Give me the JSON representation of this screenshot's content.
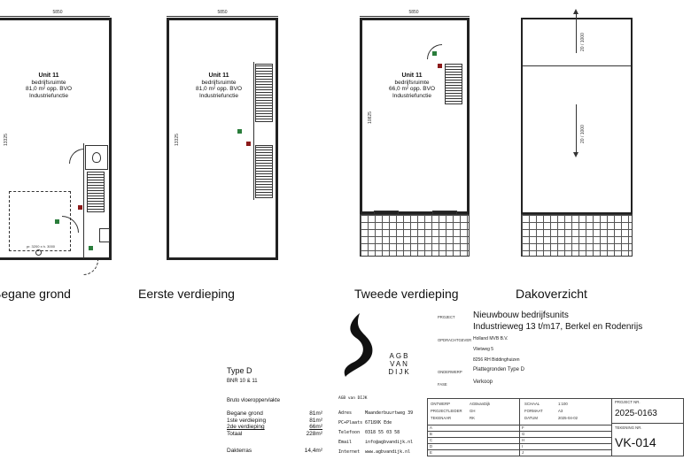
{
  "plans": [
    {
      "name": "Begane grond",
      "dim_width": "5850",
      "dim_depth": "13325",
      "unit": "Unit 11",
      "line1": "bedrijfsruimte",
      "line2": "81,0 m² opp. BVO",
      "line3": "Industriefunctie",
      "note": "pr. 3200 x h. 3000"
    },
    {
      "name": "Eerste verdieping",
      "dim_width": "5850",
      "dim_depth": "13325",
      "unit": "Unit 11",
      "line1": "bedrijfsruimte",
      "line2": "81,0 m² opp. BVO",
      "line3": "Industriefunctie"
    },
    {
      "name": "Tweede verdieping",
      "dim_width": "5850",
      "dim_depth": "10825",
      "unit": "Unit 11",
      "line1": "bedrijfsruimte",
      "line2": "66,0 m² opp. BVO",
      "line3": "Industriefunctie"
    },
    {
      "name": "Dakoverzicht",
      "slope_top": "20 / 1000",
      "slope_bottom": "20 / 1000"
    }
  ],
  "type_block": {
    "title": "Type D",
    "bnr": "BNR 10 & 11",
    "heading": "Bruto vloeroppervlakte",
    "rows": [
      {
        "label": "Begane grond",
        "value": "81m²"
      },
      {
        "label": "1ste verdieping",
        "value": "81m²"
      },
      {
        "label": "2de verdieping",
        "value": "66m²"
      },
      {
        "label": "Totaal",
        "value": "228m²"
      }
    ],
    "dakterras_label": "Dakterras",
    "dakterras_value": "14,4m²"
  },
  "company": {
    "logo_text": [
      "A",
      "G",
      "B",
      "V",
      "A",
      "N",
      "D",
      "I",
      "J",
      "K"
    ],
    "name": "AGB van DIJK",
    "contacts": [
      {
        "label": "Adres",
        "value": "Maanderbuurtweg 39"
      },
      {
        "label": "PC+Plaats",
        "value": "6718XK Ede"
      },
      {
        "label": "Telefoon",
        "value": "0318 55 03 58"
      },
      {
        "label": "Email",
        "value": "info@agbvandijk.nl"
      },
      {
        "label": "Internet",
        "value": "www.agbvandijk.nl"
      }
    ]
  },
  "project": {
    "project_label": "PROJECT",
    "project_title": "Nieuwbouw bedrijfsunits",
    "project_address": "Industrieweg 13 t/m17, Berkel en Rodenrijs",
    "client_label": "OPDRACHTGEVER",
    "client_name": "Holland MVB B.V.",
    "client_street": "Vlietweg 5",
    "client_city": "8256 RH Biddinghuizen",
    "subject_label": "ONDERWERP",
    "subject": "Plattegronden Type D",
    "phase_label": "FASE",
    "phase": "Verkoop"
  },
  "title_block": {
    "ontwerp_label": "ONTWERP",
    "ontwerp": "AGBvanDijk",
    "projectleider_label": "PROJECTLEIDER",
    "projectleider": "GH",
    "tekenaar_label": "TEKENAAR",
    "tekenaar": "RK",
    "schaal_label": "SCHAAL",
    "schaal": "1:100",
    "formaat_label": "FORMAAT",
    "formaat": "A3",
    "datum_label": "DATUM",
    "datum": "2025-04-02",
    "projectnr_label": "PROJECT NR.",
    "projectnr": "2025-0163",
    "tekeningnr_label": "TEKENING NR.",
    "tekeningnr": "VK-014",
    "rev_rows": [
      "A",
      "B",
      "C",
      "D",
      "E"
    ],
    "rev_rows2": [
      "F",
      "G",
      "H",
      "I",
      "J"
    ]
  }
}
